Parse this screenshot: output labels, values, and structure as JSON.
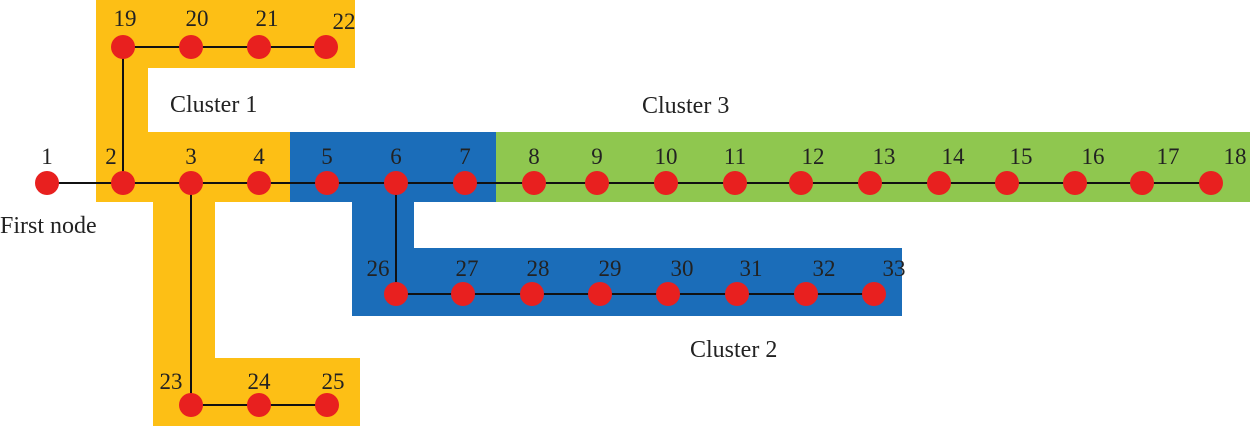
{
  "colors": {
    "cluster_1": "#FDBF15",
    "cluster_2": "#1B6DB9",
    "cluster_3": "#8FC74F",
    "node": "#E8201F",
    "edge": "#111111"
  },
  "labels": {
    "first_node": "First node",
    "cluster_1": "Cluster 1",
    "cluster_2": "Cluster 2",
    "cluster_3": "Cluster 3"
  },
  "nodes": [
    {
      "id": "1",
      "label": "1"
    },
    {
      "id": "2",
      "label": "2"
    },
    {
      "id": "3",
      "label": "3"
    },
    {
      "id": "4",
      "label": "4"
    },
    {
      "id": "5",
      "label": "5"
    },
    {
      "id": "6",
      "label": "6"
    },
    {
      "id": "7",
      "label": "7"
    },
    {
      "id": "8",
      "label": "8"
    },
    {
      "id": "9",
      "label": "9"
    },
    {
      "id": "10",
      "label": "10"
    },
    {
      "id": "11",
      "label": "11"
    },
    {
      "id": "12",
      "label": "12"
    },
    {
      "id": "13",
      "label": "13"
    },
    {
      "id": "14",
      "label": "14"
    },
    {
      "id": "15",
      "label": "15"
    },
    {
      "id": "16",
      "label": "16"
    },
    {
      "id": "17",
      "label": "17"
    },
    {
      "id": "18",
      "label": "18"
    },
    {
      "id": "19",
      "label": "19"
    },
    {
      "id": "20",
      "label": "20"
    },
    {
      "id": "21",
      "label": "21"
    },
    {
      "id": "22",
      "label": "22"
    },
    {
      "id": "23",
      "label": "23"
    },
    {
      "id": "24",
      "label": "24"
    },
    {
      "id": "25",
      "label": "25"
    },
    {
      "id": "26",
      "label": "26"
    },
    {
      "id": "27",
      "label": "27"
    },
    {
      "id": "28",
      "label": "28"
    },
    {
      "id": "29",
      "label": "29"
    },
    {
      "id": "30",
      "label": "30"
    },
    {
      "id": "31",
      "label": "31"
    },
    {
      "id": "32",
      "label": "32"
    },
    {
      "id": "33",
      "label": "33"
    }
  ],
  "edges": [
    [
      "1",
      "2"
    ],
    [
      "2",
      "3"
    ],
    [
      "3",
      "4"
    ],
    [
      "4",
      "5"
    ],
    [
      "5",
      "6"
    ],
    [
      "6",
      "7"
    ],
    [
      "7",
      "8"
    ],
    [
      "8",
      "9"
    ],
    [
      "9",
      "10"
    ],
    [
      "10",
      "11"
    ],
    [
      "11",
      "12"
    ],
    [
      "12",
      "13"
    ],
    [
      "13",
      "14"
    ],
    [
      "14",
      "15"
    ],
    [
      "15",
      "16"
    ],
    [
      "16",
      "17"
    ],
    [
      "17",
      "18"
    ],
    [
      "2",
      "19"
    ],
    [
      "19",
      "20"
    ],
    [
      "20",
      "21"
    ],
    [
      "21",
      "22"
    ],
    [
      "3",
      "23"
    ],
    [
      "23",
      "24"
    ],
    [
      "24",
      "25"
    ],
    [
      "6",
      "26"
    ],
    [
      "26",
      "27"
    ],
    [
      "27",
      "28"
    ],
    [
      "28",
      "29"
    ],
    [
      "29",
      "30"
    ],
    [
      "30",
      "31"
    ],
    [
      "31",
      "32"
    ],
    [
      "32",
      "33"
    ]
  ]
}
